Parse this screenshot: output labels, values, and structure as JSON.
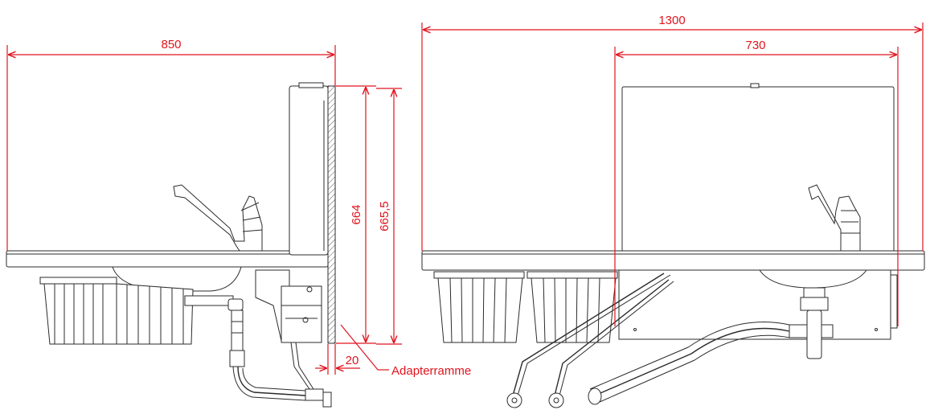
{
  "dimensions": {
    "side_width": "850",
    "total_width": "1300",
    "cabinet_width": "730",
    "height_inner": "664",
    "height_outer": "665,5",
    "adapter_thickness": "20"
  },
  "labels": {
    "adapter_frame": "Adapterramme"
  },
  "colors": {
    "dimension": "#e0141e",
    "line": "#2b2b2b",
    "background": "#ffffff"
  }
}
